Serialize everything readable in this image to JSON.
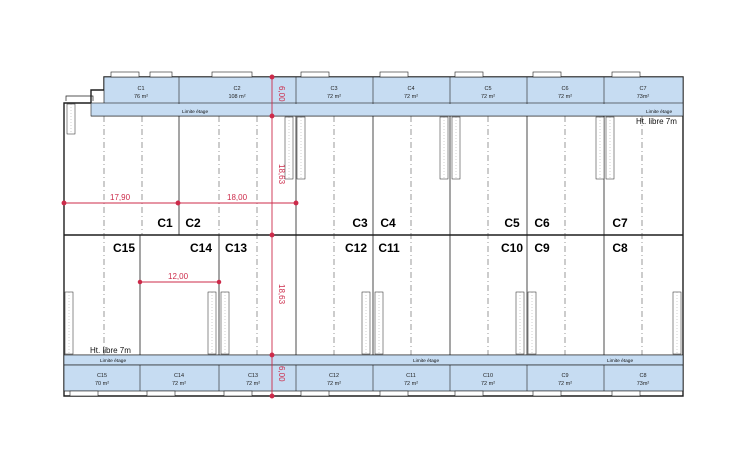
{
  "top_units": [
    {
      "code": "C1",
      "area": "76 m²"
    },
    {
      "code": "C2",
      "area": "108 m²"
    },
    {
      "code": "C3",
      "area": "72 m²"
    },
    {
      "code": "C4",
      "area": "72 m²"
    },
    {
      "code": "C5",
      "area": "72 m²"
    },
    {
      "code": "C6",
      "area": "72 m²"
    },
    {
      "code": "C7",
      "area": "73m²"
    }
  ],
  "bottom_units": [
    {
      "code": "C15",
      "area": "70 m²"
    },
    {
      "code": "C14",
      "area": "72 m²"
    },
    {
      "code": "C13",
      "area": "72 m²"
    },
    {
      "code": "C12",
      "area": "72 m²"
    },
    {
      "code": "C11",
      "area": "72 m²"
    },
    {
      "code": "C10",
      "area": "72 m²"
    },
    {
      "code": "C9",
      "area": "72 m²"
    },
    {
      "code": "C8",
      "area": "73m²"
    }
  ],
  "upper_row_labels": [
    "C1",
    "C2",
    "C3",
    "C4",
    "C5",
    "C6",
    "C7"
  ],
  "lower_row_labels": [
    "C15",
    "C14",
    "C13",
    "C12",
    "C11",
    "C10",
    "C9",
    "C8"
  ],
  "limit_label": "Limite étage",
  "height_label": "Ht. libre 7m",
  "dimensions": {
    "width_left": "17,90",
    "width_right": "18,00",
    "width_bay": "12,00",
    "depth_top_band": "6,00",
    "depth_top_hall": "18,63",
    "depth_bottom_hall": "18,63",
    "depth_bottom_band": "6,00"
  },
  "colors": {
    "office_fill": "#c6dcf2",
    "wall": "#1e1e1e",
    "dimension": "#cc2b4a",
    "grid_dash": "#333333"
  }
}
